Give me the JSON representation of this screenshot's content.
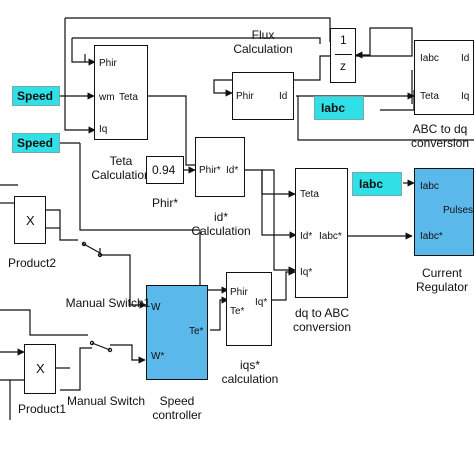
{
  "blocks": {
    "flux": {
      "caption": "Flux\nCalculation",
      "in1": "Phir",
      "out1": "Id"
    },
    "delay": {
      "num": "1",
      "den": "z"
    },
    "abc_to_dq": {
      "in1": "Iabc",
      "in2": "Teta",
      "out1": "Id",
      "out2": "Iq",
      "caption": "ABC to dq\nconversion"
    },
    "teta": {
      "in1": "Phir",
      "in2": "wm",
      "in3": "Iq",
      "out1": "Teta",
      "caption": "Teta\nCalculation"
    },
    "const": {
      "value": "0.94",
      "caption": "Phir*"
    },
    "id_star": {
      "in1": "Phir*",
      "out1": "Id*",
      "caption": "id*\nCalculation"
    },
    "dq_to_abc": {
      "in1": "Teta",
      "in2": "Id*",
      "in3": "Iq*",
      "out1": "Iabc*",
      "caption": "dq to ABC\nconversion"
    },
    "current_reg": {
      "in1": "Iabc",
      "in2": "Iabc*",
      "out1": "Pulses",
      "caption": "Current\nRegulator"
    },
    "speed_ctrl": {
      "in1": "W",
      "in2": "W*",
      "out1": "Te*",
      "caption": "Speed\ncontroller"
    },
    "iqs": {
      "in1": "Phir",
      "in2": "Te*",
      "out1": "Iq*",
      "caption": "iqs*\ncalculation"
    },
    "product2": {
      "symbol": "X",
      "caption": "Product2"
    },
    "product1": {
      "symbol": "X",
      "caption": "Product1"
    },
    "switch1": {
      "caption": "Manual Switch1"
    },
    "switch": {
      "caption": "Manual Switch"
    }
  },
  "tags": {
    "speed_top": "Speed",
    "speed_mid": "Speed",
    "iabc_top": "Iabc",
    "iabc_mid": "Iabc"
  },
  "colors": {
    "tag_fill": "#2fe0e6",
    "block_highlight": "#5bb8ea",
    "line": "#111111"
  }
}
